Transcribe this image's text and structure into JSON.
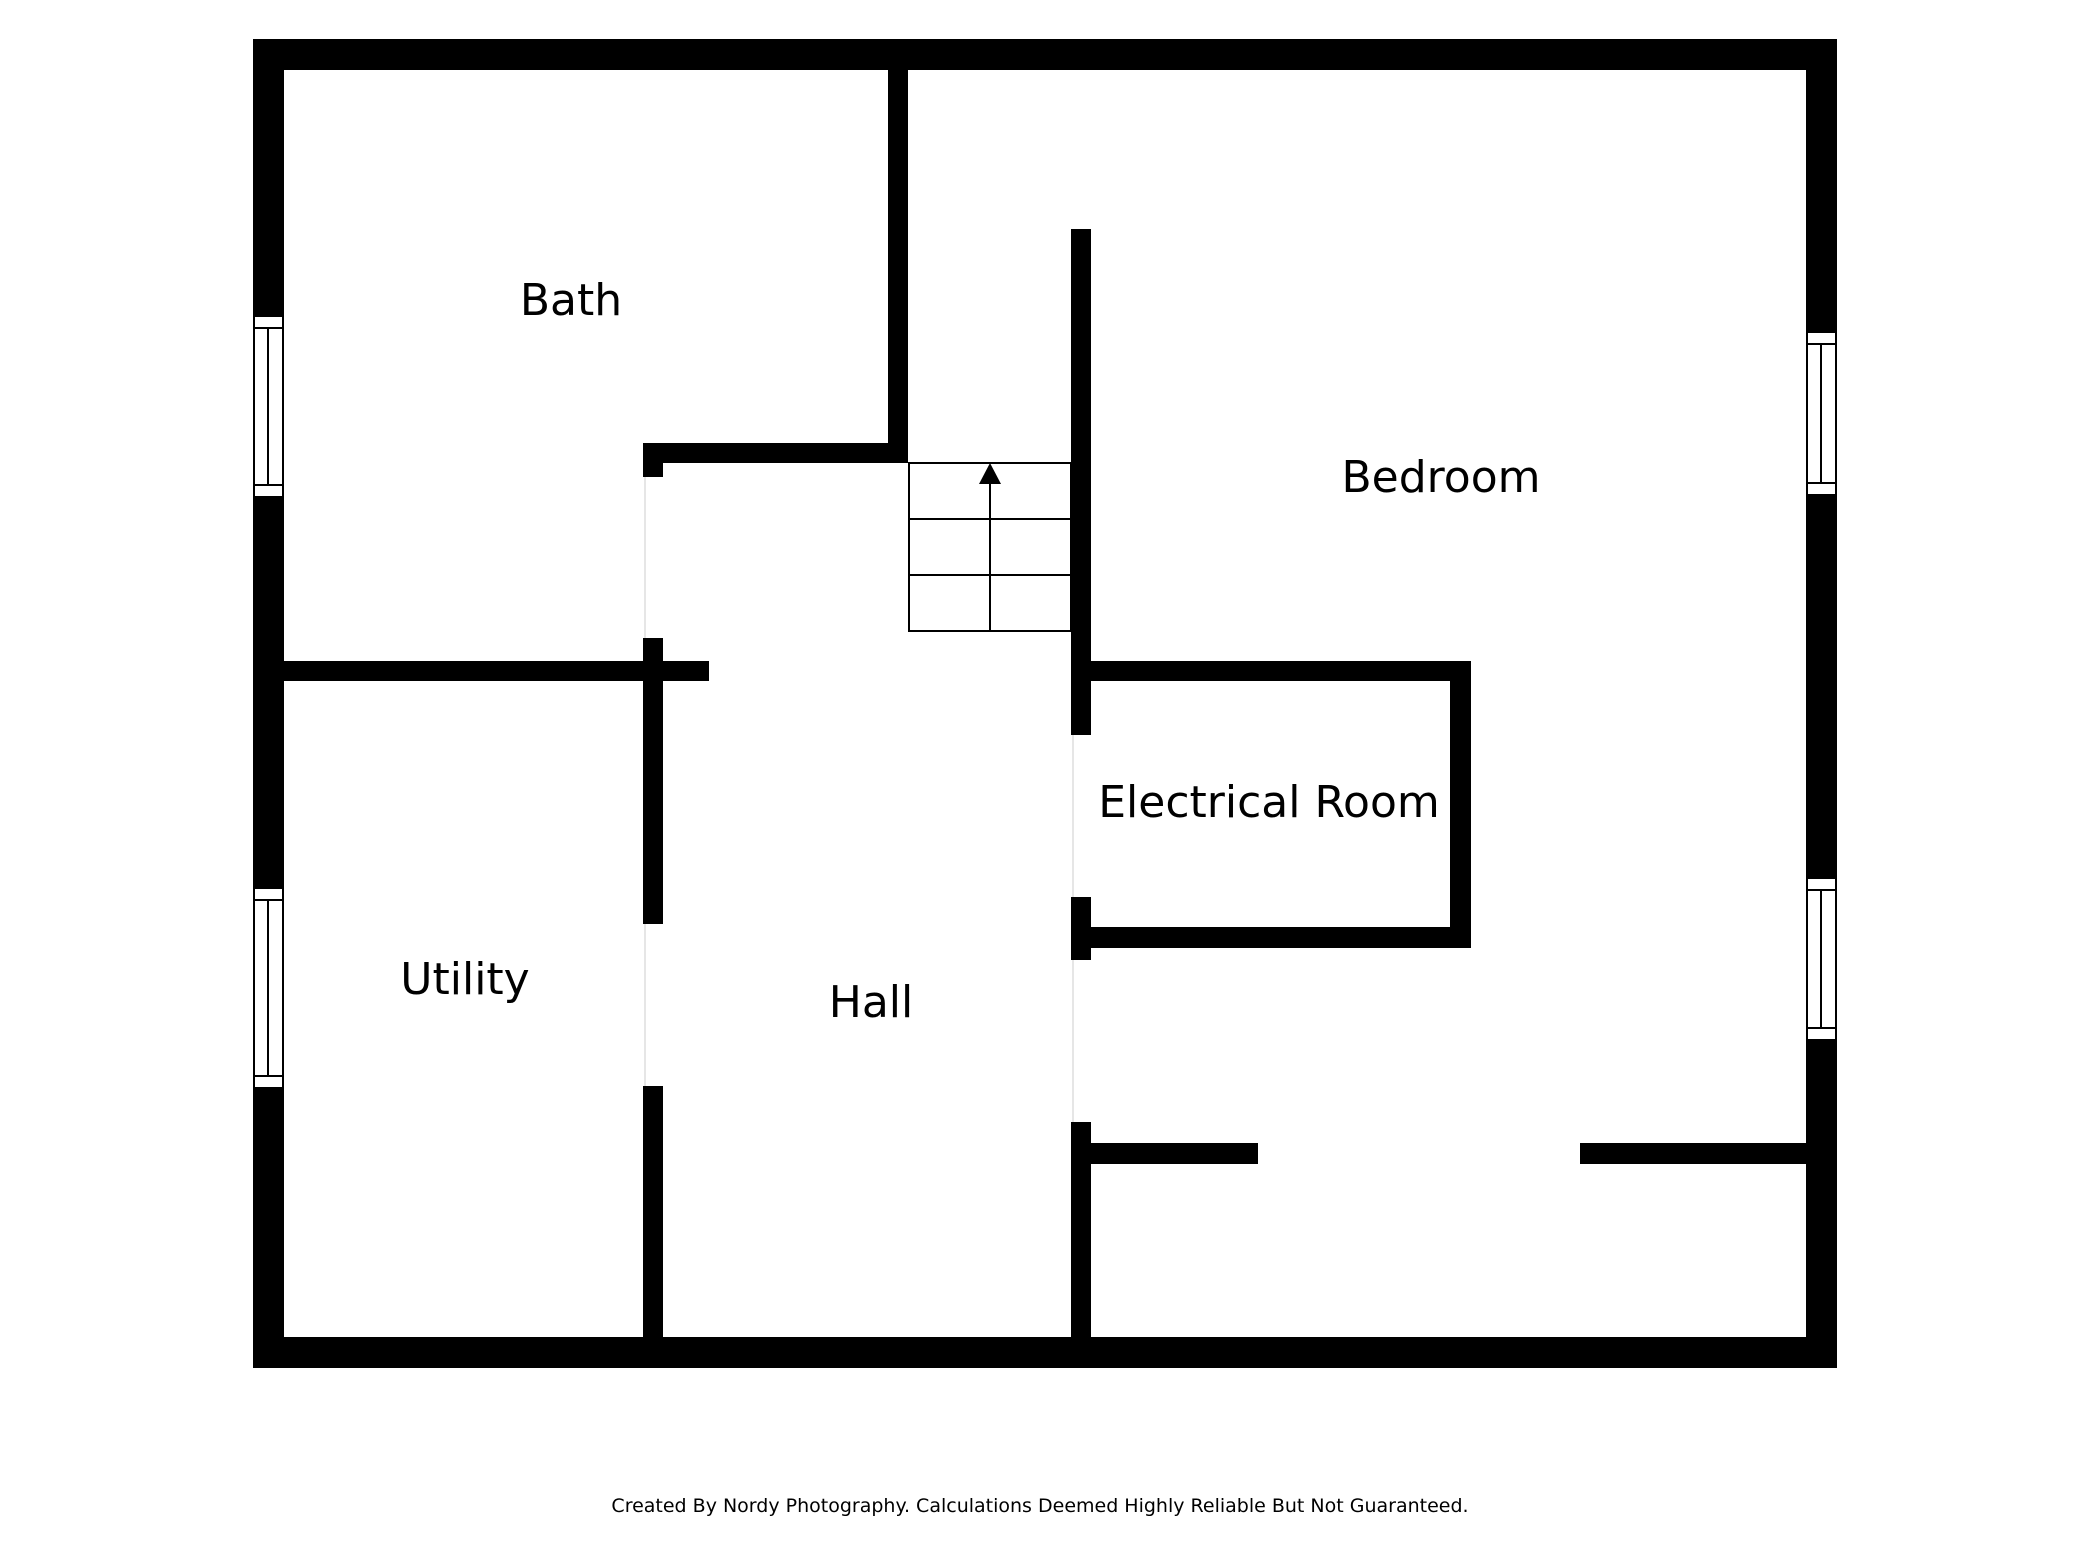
{
  "diagram": {
    "type": "floor-plan",
    "rooms": [
      {
        "id": "bath",
        "label": "Bath"
      },
      {
        "id": "bedroom",
        "label": "Bedroom"
      },
      {
        "id": "electrical",
        "label": "Electrical Room"
      },
      {
        "id": "utility",
        "label": "Utility"
      },
      {
        "id": "hall",
        "label": "Hall"
      }
    ],
    "stairs_direction": "up"
  },
  "footer": {
    "credit": "Created By Nordy Photography. Calculations Deemed Highly Reliable But Not Guaranteed."
  },
  "colors": {
    "wall": "#000000",
    "background": "#ffffff"
  }
}
